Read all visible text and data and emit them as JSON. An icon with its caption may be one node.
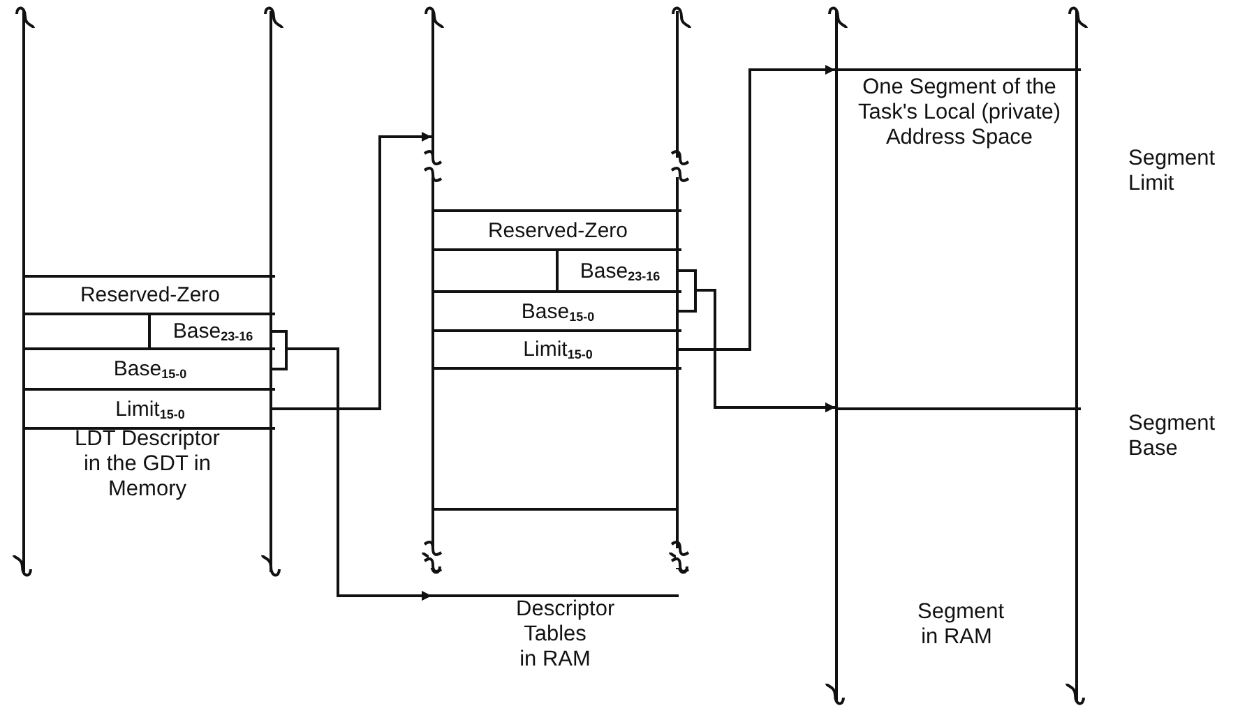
{
  "diagram": {
    "nodes": [
      {
        "text": [
          "LDT Descriptor in the GDT in Memory"
        ]
      },
      {
        "text": [
          "Reserved-Zero"
        ],
        "in": 0
      },
      {
        "text": [
          "Base$_{23-16}$"
        ],
        "in": 0
      },
      {
        "text": [
          "Base$_{15-0}$"
        ],
        "in": 0
      },
      {
        "text": [
          "Limit$_{15-0}$"
        ],
        "in": 0
      },
      {
        "text": [
          "Descriptor Tables in RAM"
        ]
      },
      {
        "text": [
          "Reserved-Zero"
        ],
        "in": 5
      },
      {
        "text": [
          "Base$_{23-16}$"
        ],
        "in": 5
      },
      {
        "text": [
          "Base$_{15-0}$"
        ],
        "in": 5
      },
      {
        "text": [
          "Limit$_{15-0}$"
        ],
        "in": 5
      },
      {
        "text": [
          "Segment in RAM"
        ]
      },
      {
        "text": [
          "One Segment of the Task's Local (private) Address Space"
        ],
        "in": 10
      }
    ],
    "edges": [
      {
        "from": 4,
        "to": 5,
        "arrow": "to"
      },
      {
        "from": 2,
        "to": 5,
        "arrow": "to"
      },
      {
        "from": 3,
        "to": 5,
        "arrow": "to"
      },
      {
        "from": 9,
        "to": 11,
        "arrow": "to"
      },
      {
        "from": 7,
        "to": 11,
        "arrow": "to"
      },
      {
        "from": 8,
        "to": 11,
        "arrow": "to"
      }
    ],
    "labels": [
      "Segment Limit",
      "Segment Base"
    ]
  }
}
